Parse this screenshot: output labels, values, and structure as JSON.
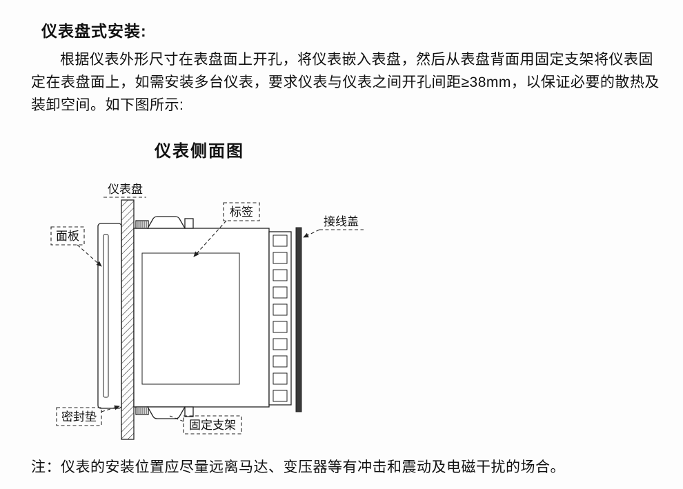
{
  "page": {
    "heading": "仪表盘式安装:",
    "paragraph": "根据仪表外形尺寸在表盘面上开孔，将仪表嵌入表盘，然后从表盘背面用固定支架将仪表固定在表盘面上，如需安装多台仪表，要求仪表与仪表之间开孔间距≥38mm，以保证必要的散热及装卸空间。如下图所示:",
    "note": "注：仪表的安装位置应尽量远离马达、变压器等有冲击和震动及电磁干扰的场合。"
  },
  "diagram": {
    "title": "仪表侧面图",
    "labels": {
      "panel": "仪表盘",
      "tag": "标签",
      "wiring_cover": "接线盖",
      "front_panel": "面板",
      "gasket": "密封垫",
      "bracket": "固定支架"
    },
    "colors": {
      "line": "#222222",
      "wiring_cover_fill": "#3a3a3a",
      "background": "#fdfdfd"
    }
  }
}
